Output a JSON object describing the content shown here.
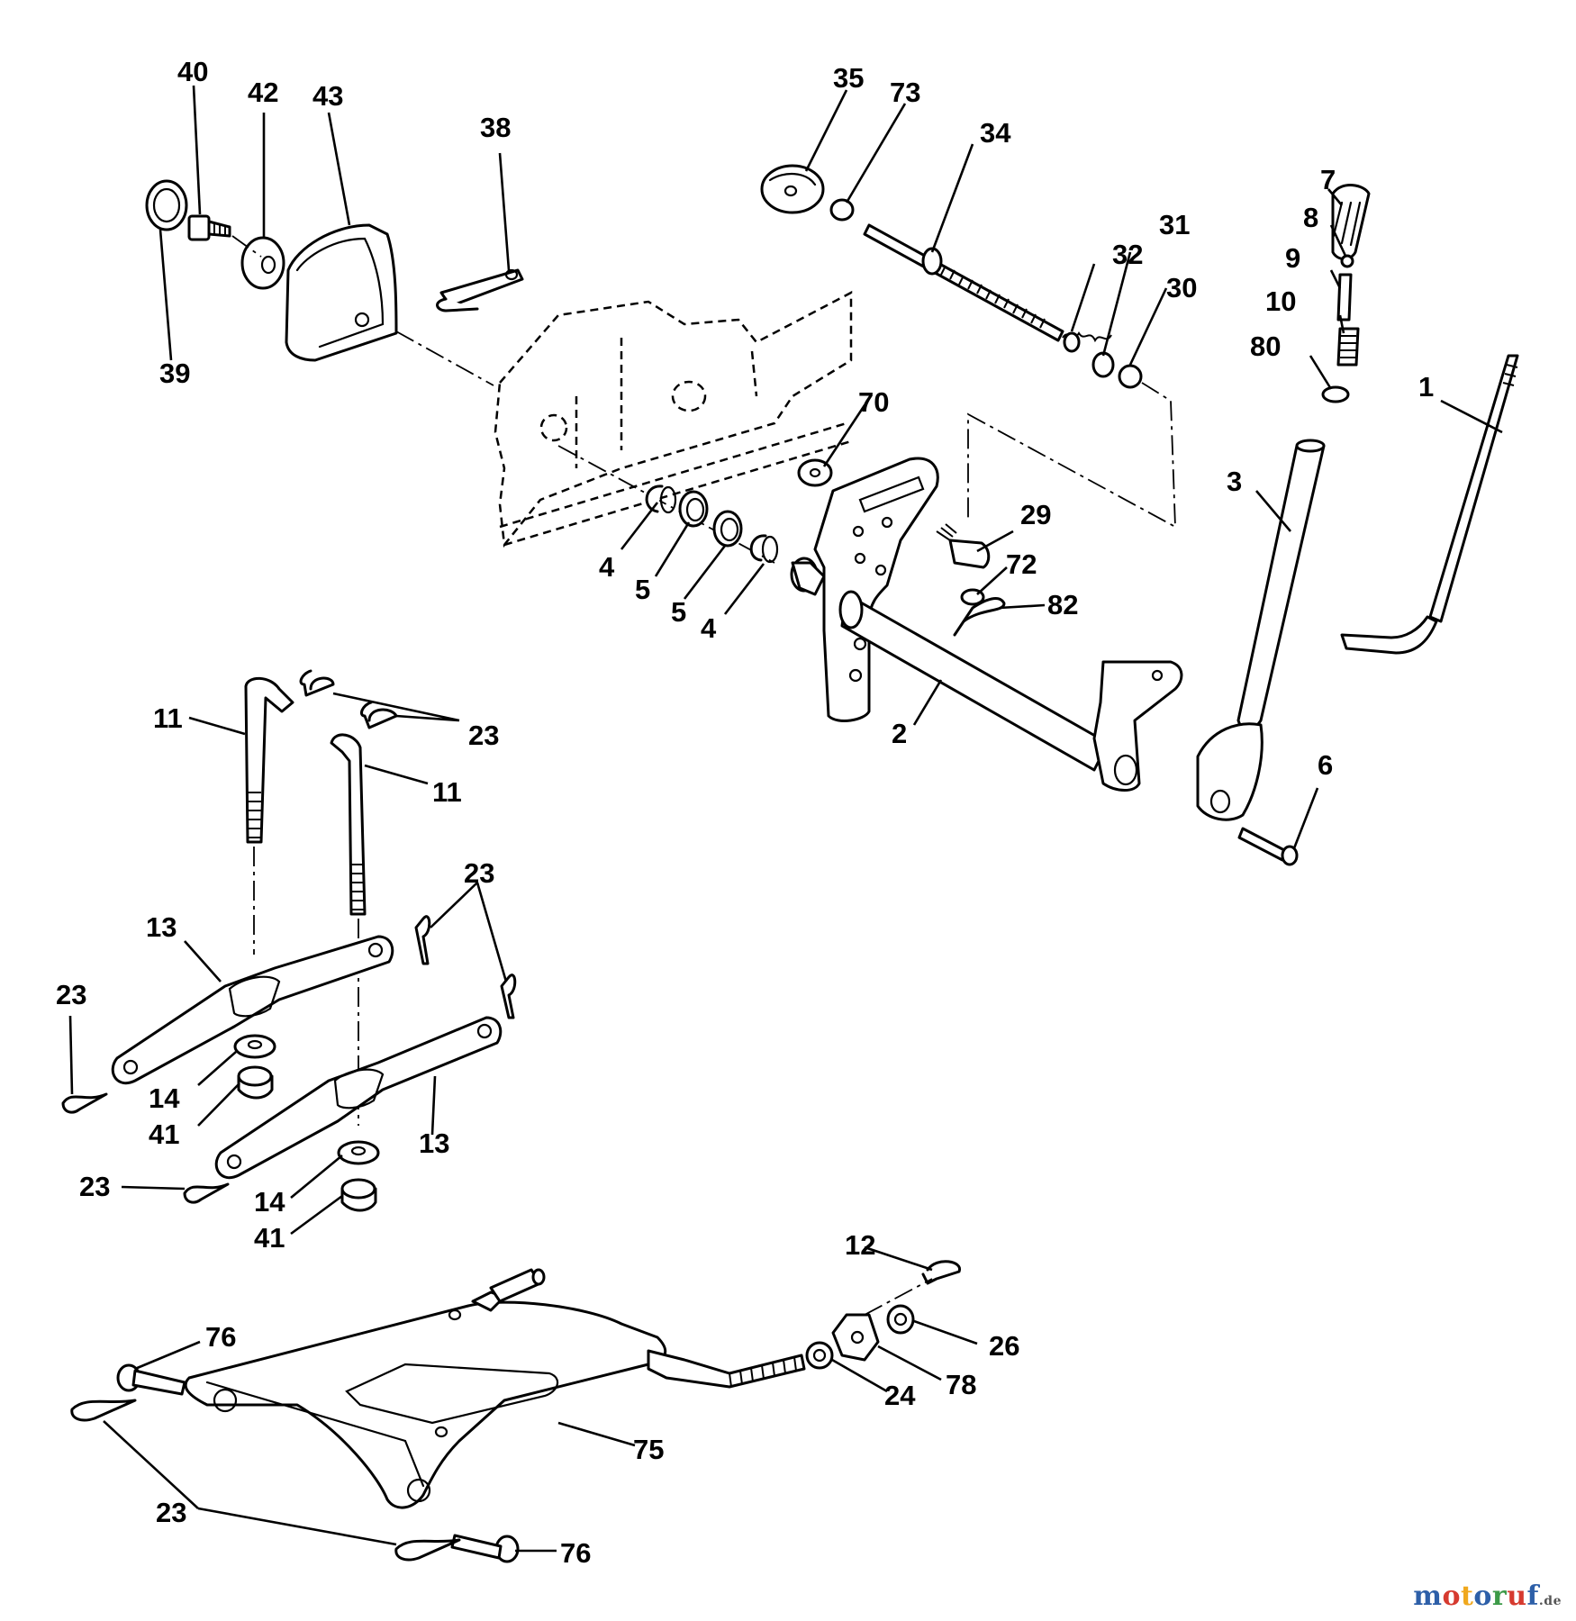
{
  "watermark": {
    "letters": [
      {
        "ch": "m",
        "color": "#2d5fa8"
      },
      {
        "ch": "o",
        "color": "#d63a2f"
      },
      {
        "ch": "t",
        "color": "#f0a81d"
      },
      {
        "ch": "o",
        "color": "#2d5fa8"
      },
      {
        "ch": "r",
        "color": "#3c9a48"
      },
      {
        "ch": "u",
        "color": "#d63a2f"
      },
      {
        "ch": "f",
        "color": "#2d5fa8"
      }
    ],
    "suffix": ".de"
  },
  "callouts": {
    "c1": "1",
    "c2": "2",
    "c3": "3",
    "c4a": "4",
    "c4b": "4",
    "c5a": "5",
    "c5b": "5",
    "c6": "6",
    "c7": "7",
    "c8": "8",
    "c9": "9",
    "c10": "10",
    "c11a": "11",
    "c11b": "11",
    "c12": "12",
    "c13a": "13",
    "c13b": "13",
    "c14a": "14",
    "c14b": "14",
    "c23a": "23",
    "c23b": "23",
    "c23c": "23",
    "c23d": "23",
    "c23e": "23",
    "c24": "24",
    "c26": "26",
    "c29": "29",
    "c30": "30",
    "c31": "31",
    "c32": "32",
    "c34": "34",
    "c35": "35",
    "c38": "38",
    "c39": "39",
    "c40": "40",
    "c41a": "41",
    "c41b": "41",
    "c42": "42",
    "c43": "43",
    "c70": "70",
    "c72": "72",
    "c73": "73",
    "c75": "75",
    "c76a": "76",
    "c76b": "76",
    "c78": "78",
    "c80": "80",
    "c82": "82"
  }
}
